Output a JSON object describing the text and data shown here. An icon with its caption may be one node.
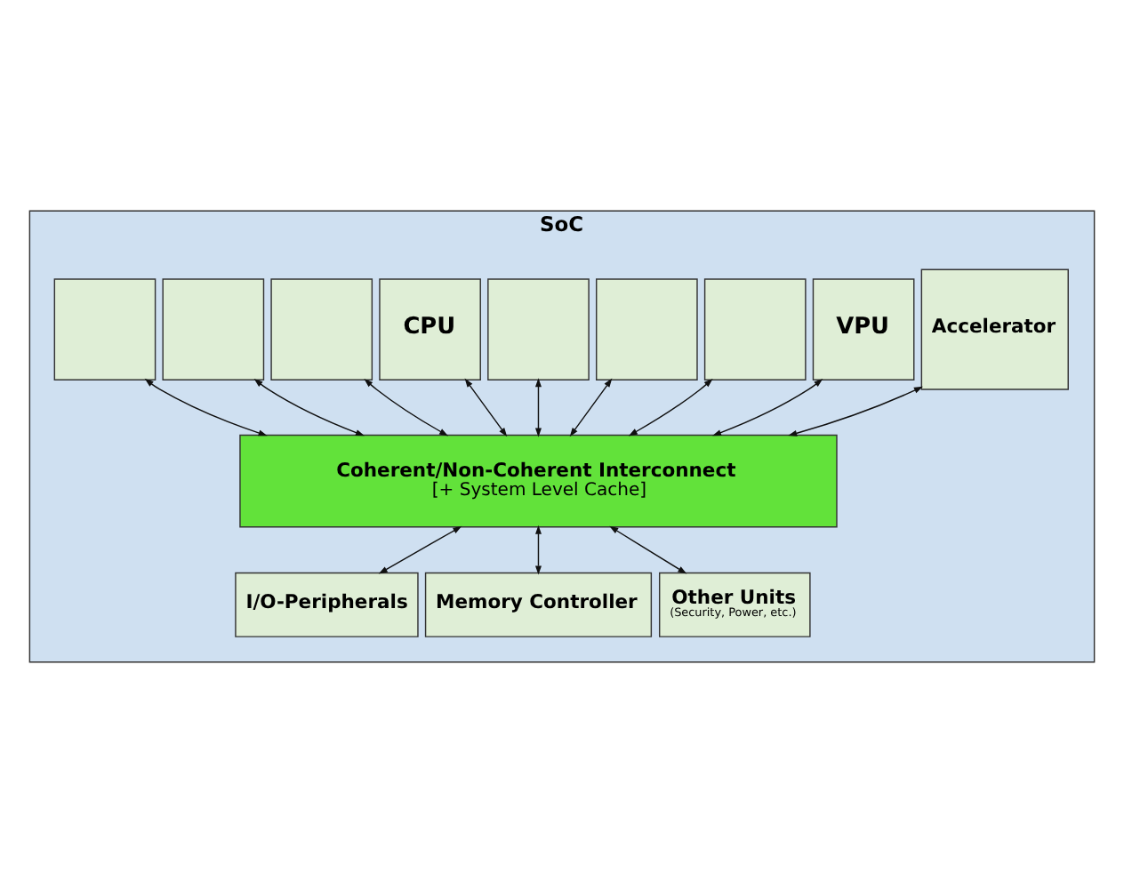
{
  "diagram": {
    "nodes": [
      {
        "text": [
          "SoC"
        ]
      },
      {
        "text": [],
        "shape": "box",
        "in": 0
      },
      {
        "text": [],
        "shape": "box",
        "in": 0
      },
      {
        "text": [],
        "shape": "box",
        "in": 0
      },
      {
        "text": [
          "CPU"
        ],
        "in": 0
      },
      {
        "text": [],
        "shape": "box",
        "in": 0
      },
      {
        "text": [],
        "shape": "box",
        "in": 0
      },
      {
        "text": [],
        "shape": "box",
        "in": 0
      },
      {
        "text": [
          "VPU"
        ],
        "in": 0
      },
      {
        "text": [
          "Accelerator"
        ],
        "in": 0
      },
      {
        "text": [
          "Coherent/Non-Coherent Interconnect",
          "[+ System Level Cache]"
        ],
        "in": 0
      },
      {
        "text": [
          "I/O-Peripherals"
        ],
        "in": 0
      },
      {
        "text": [
          "Memory Controller"
        ],
        "in": 0
      },
      {
        "text": [
          "Other Units",
          "(Security, Power, etc.)"
        ],
        "in": 0
      }
    ],
    "edges": [
      {
        "from": 1,
        "to": 10,
        "arrow": "both"
      },
      {
        "from": 2,
        "to": 10,
        "arrow": "both"
      },
      {
        "from": 3,
        "to": 10,
        "arrow": "both"
      },
      {
        "from": 4,
        "to": 10,
        "arrow": "both"
      },
      {
        "from": 5,
        "to": 10,
        "arrow": "both"
      },
      {
        "from": 6,
        "to": 10,
        "arrow": "both"
      },
      {
        "from": 7,
        "to": 10,
        "arrow": "both"
      },
      {
        "from": 8,
        "to": 10,
        "arrow": "both"
      },
      {
        "from": 9,
        "to": 10,
        "arrow": "both"
      },
      {
        "from": 10,
        "to": 11,
        "arrow": "both"
      },
      {
        "from": 10,
        "to": 12,
        "arrow": "both"
      },
      {
        "from": 10,
        "to": 13,
        "arrow": "both"
      }
    ]
  }
}
